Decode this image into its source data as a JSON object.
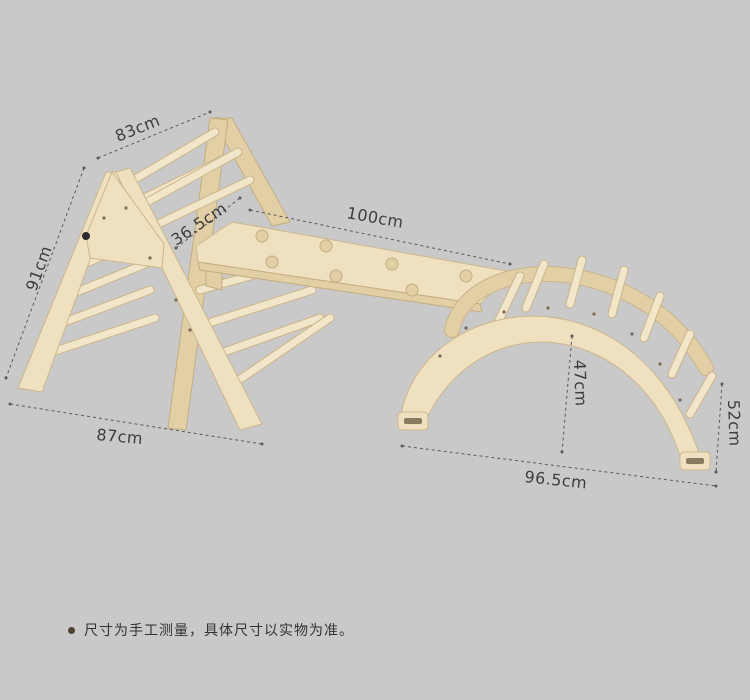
{
  "dimensions": {
    "triangle_top_width": "83cm",
    "triangle_height": "91cm",
    "triangle_base_width": "87cm",
    "ramp_width": "36.5cm",
    "ramp_length": "100cm",
    "arch_inner_height": "47cm",
    "arch_total_height": "52cm",
    "arch_length": "96.5cm"
  },
  "note": {
    "text": "尺寸为手工测量，具体尺寸以实物为准。"
  }
}
